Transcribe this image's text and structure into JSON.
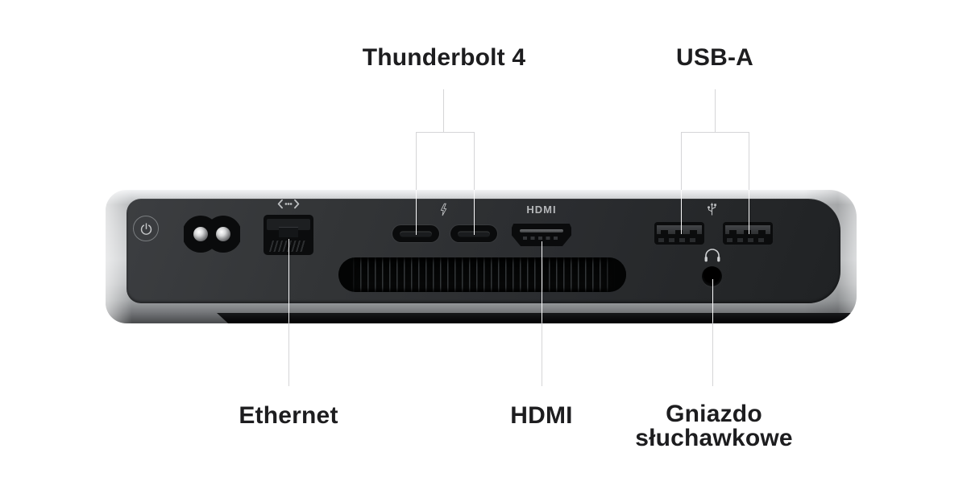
{
  "figure": {
    "description": "Rear view diagram of a Mac mini with labeled ports",
    "background": "#ffffff"
  },
  "callouts": {
    "top": [
      {
        "label": "Thunderbolt 4",
        "port_count": 2
      },
      {
        "label": "USB-A",
        "port_count": 2
      }
    ],
    "bottom": [
      {
        "label": "Ethernet"
      },
      {
        "label": "HDMI"
      },
      {
        "label": "Gniazdo słuchawkowe"
      }
    ]
  },
  "device": {
    "hdmi_port_label": "HDMI",
    "icons": [
      "power-icon",
      "ethernet-icon",
      "thunderbolt-icon",
      "usb-icon",
      "headphones-icon"
    ],
    "colors": {
      "chassis_silver": "#c6c8ca",
      "panel_dark": "#2c2e31",
      "port_black": "#0b0c0d",
      "glyph_gray": "#b7b9bb",
      "callout_line": "#d5d5d7",
      "label_text": "#1d1d1f",
      "background": "#ffffff"
    }
  }
}
